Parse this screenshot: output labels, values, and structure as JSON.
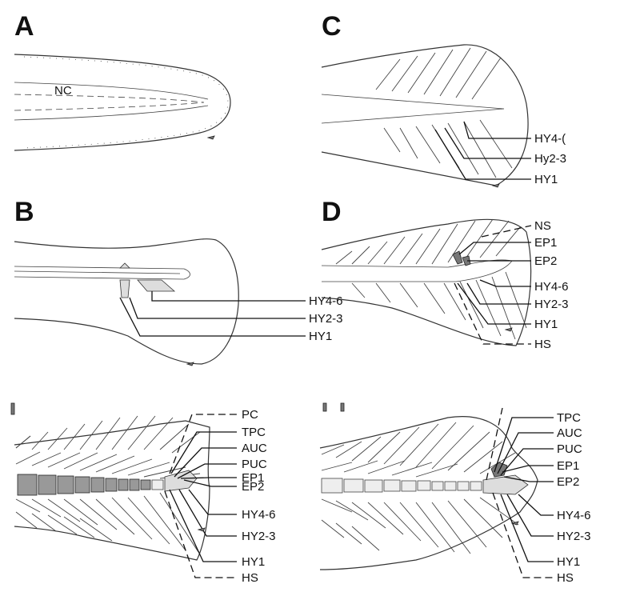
{
  "panels": {
    "A": {
      "letter": "A",
      "labels": {
        "nc": "NC"
      }
    },
    "B": {
      "letter": "B",
      "labels": {
        "hy46": "HY4-6",
        "hy23": "HY2-3",
        "hy1": "HY1"
      }
    },
    "C": {
      "letter": "C",
      "labels": {
        "hy46": "HY4-(",
        "hy23": "Hy2-3",
        "hy1": "HY1"
      }
    },
    "D": {
      "letter": "D",
      "labels": {
        "ns": "NS",
        "ep1": "EP1",
        "ep2": "EP2",
        "hy46": "HY4-6",
        "hy23": "HY2-3",
        "hy1": "HY1",
        "hs": "HS"
      }
    },
    "E": {
      "letter": "",
      "labels": {
        "pc": "PC",
        "tpc": "TPC",
        "auc": "AUC",
        "puc": "PUC",
        "ep1": "EP1",
        "ep2": "EP2",
        "hy46": "HY4-6",
        "hy23": "HY2-3",
        "hy1": "HY1",
        "hs": "HS"
      }
    },
    "F": {
      "letter": "",
      "labels": {
        "tpc": "TPC",
        "auc": "AUC",
        "puc": "PUC",
        "ep1": "EP1",
        "ep2": "EP2",
        "hy46": "HY4-6",
        "hy23": "HY2-3",
        "hy1": "HY1",
        "hs": "HS"
      }
    }
  },
  "colors": {
    "ink": "#111111",
    "background": "#ffffff"
  }
}
